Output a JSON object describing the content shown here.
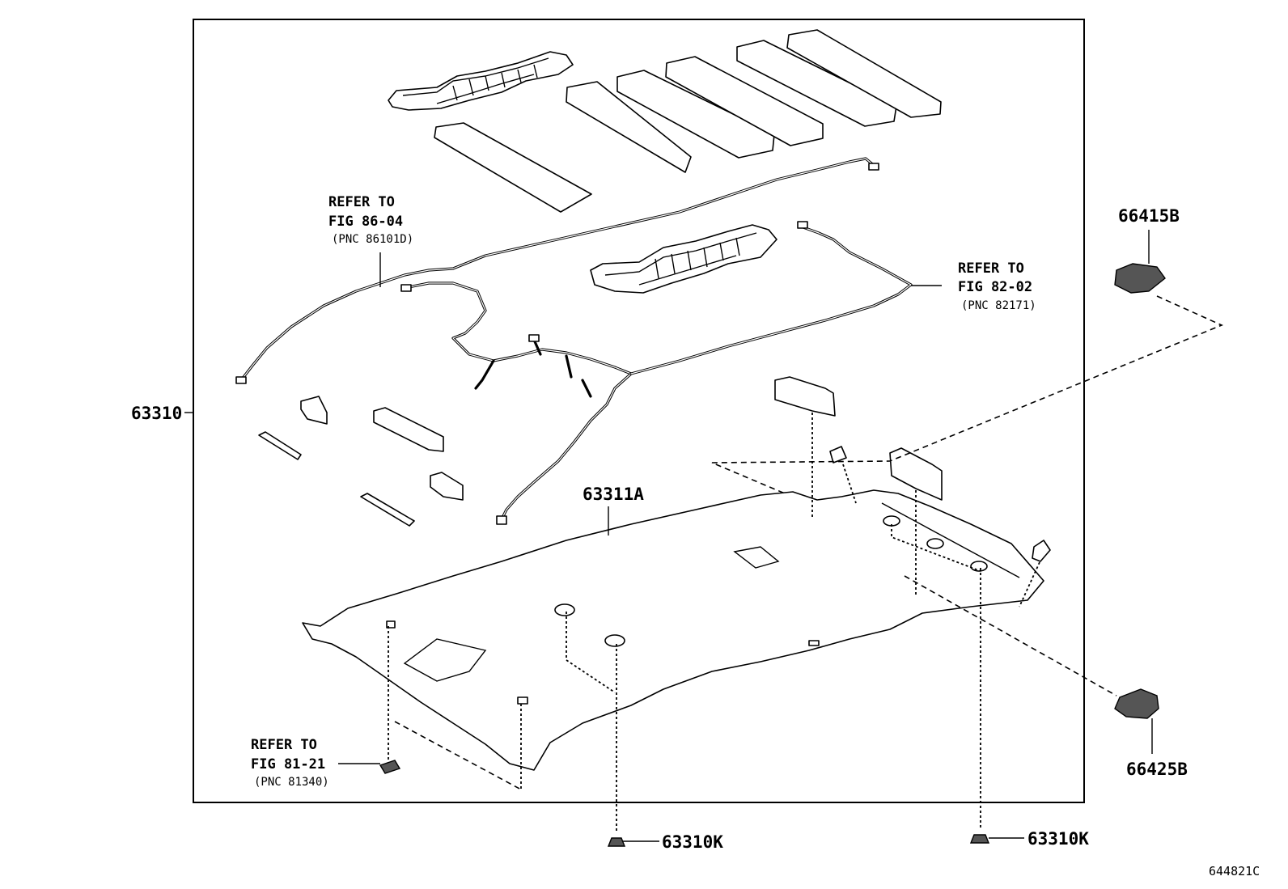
{
  "labels": {
    "headliner_assy": "63310",
    "headliner_sub": "63311A",
    "clip_left": "63310K",
    "clip_right": "63310K",
    "bracket_upper": "66415B",
    "bracket_lower": "66425B",
    "figure_number": "644821C"
  },
  "references": [
    {
      "title": "REFER TO",
      "fig": "FIG 86-04",
      "pnc": "(PNC 86101D)"
    },
    {
      "title": "REFER TO",
      "fig": "FIG 82-02",
      "pnc": "(PNC 82171)"
    },
    {
      "title": "REFER TO",
      "fig": "FIG 81-21",
      "pnc": "(PNC 81340)"
    }
  ]
}
